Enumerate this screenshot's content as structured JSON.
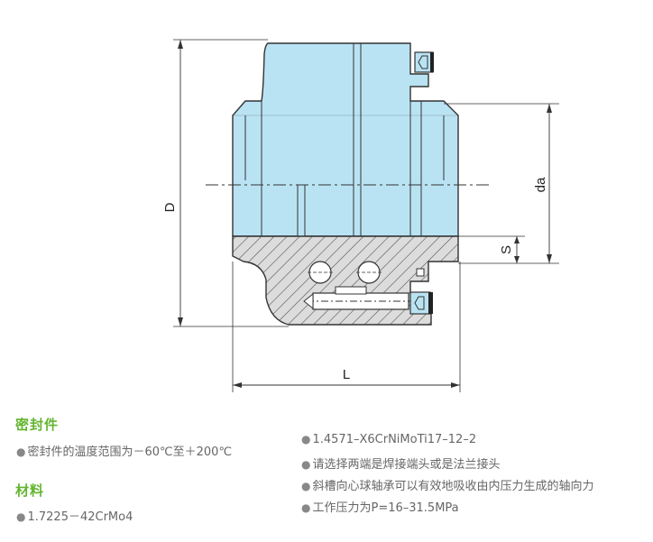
{
  "diagram": {
    "dim_D": "D",
    "dim_L": "L",
    "dim_da": "da",
    "dim_S": "S"
  },
  "sections": {
    "seal": {
      "title": "密封件",
      "items": [
        "密封件的温度范围为－60℃至＋200℃"
      ]
    },
    "material": {
      "title": "材料",
      "items": [
        "1.7225－42CrMo4"
      ]
    },
    "right": {
      "items": [
        "1.4571–X6CrNiMoTi17–12–2",
        "请选择两端是焊接端头或是法兰接头",
        "斜槽向心球轴承可以有效地吸收由内压力生成的轴向力",
        "工作压力为P=16–31.5MPa"
      ]
    }
  },
  "colors": {
    "body_fill": "#b9e3f3",
    "hatch_fill": "#dcdcdc",
    "accent_green": "#63b52f",
    "line": "#333333"
  },
  "icons": {
    "bullet": "filled-circle"
  }
}
